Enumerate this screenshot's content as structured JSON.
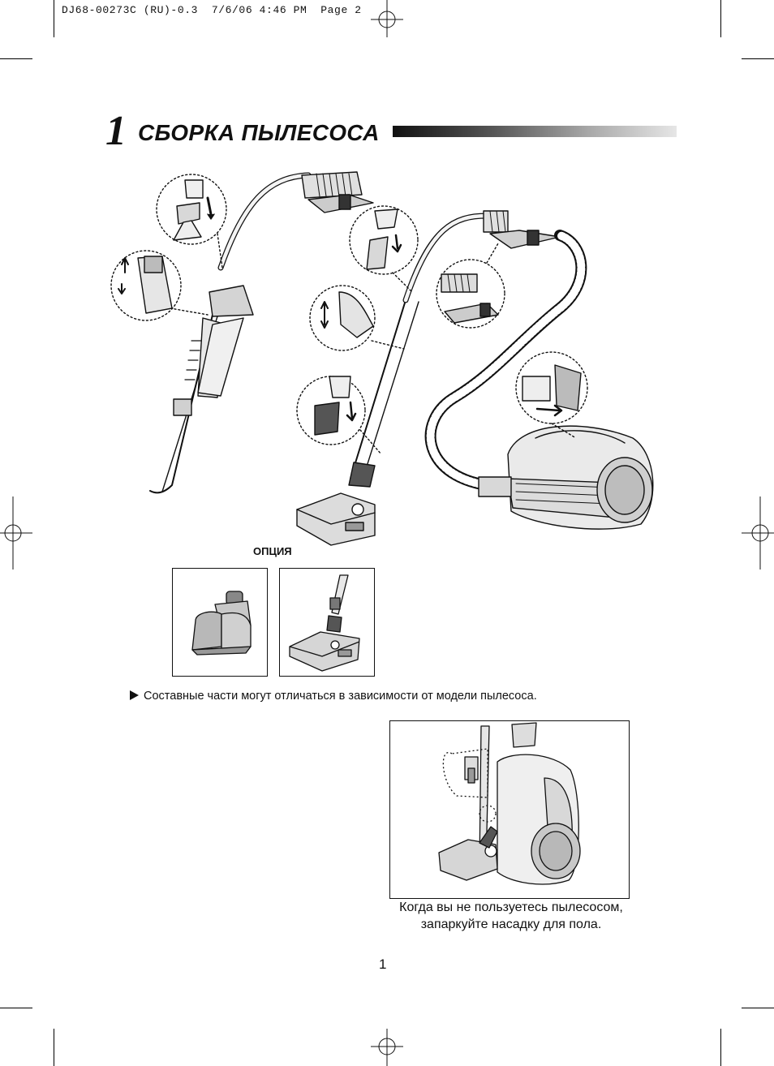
{
  "print_header": "DJ68-00273C (RU)-0.3  7/6/06 4:46 PM  Page 2",
  "section": {
    "number": "1",
    "title": "СБОРКА ПЫЛЕСОСА"
  },
  "option_label": "ОПЦИЯ",
  "note": "Составные части могут отличаться в зависимости от модели пылесоса.",
  "parking_caption": {
    "line1": "Когда вы не пользуетесь пылесосом,",
    "line2": "запаркуйте насадку для пола."
  },
  "page_number": "1",
  "colors": {
    "ink": "#111111",
    "gray_fill": "#d4d4d4",
    "light_fill": "#ececec",
    "dark_fill": "#6a6a6a"
  }
}
